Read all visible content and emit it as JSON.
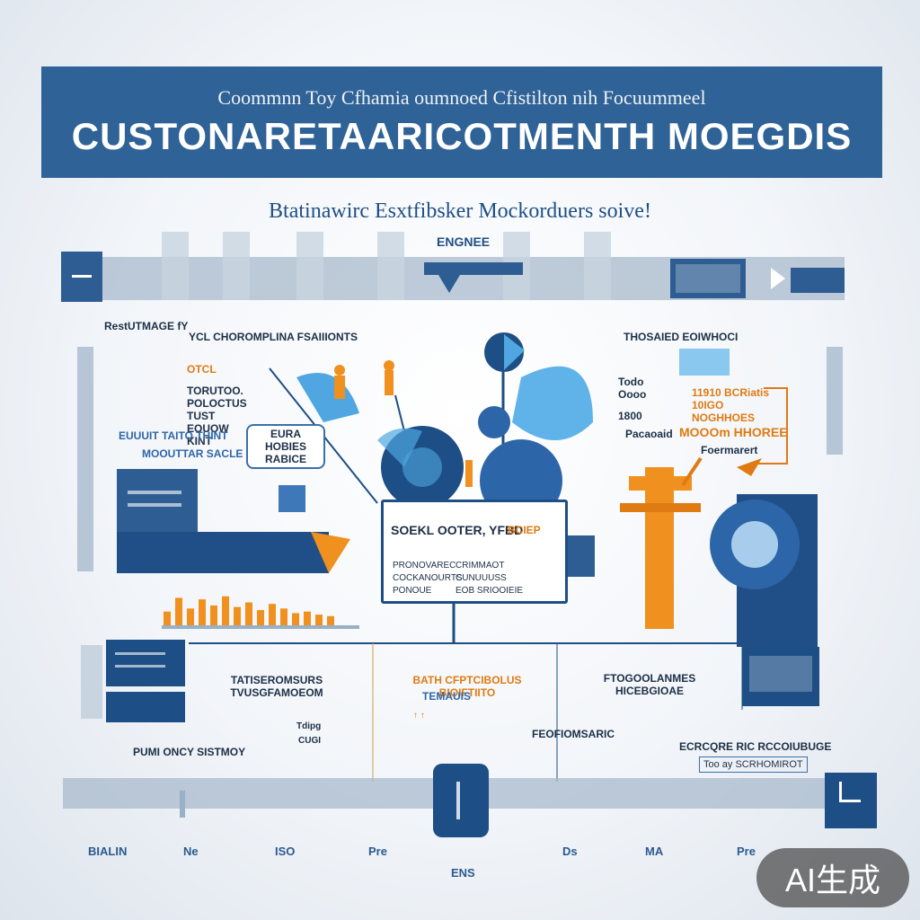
{
  "header": {
    "subtitle": "Coommnn Toy Cfhamia oumnoed Cfistilton nih Focuummeel",
    "title": "CUSTONARETAARICOTMENTH MOEGDIS"
  },
  "tagline": "Btatinawirc Esxtfibsker Mockorduers soive!",
  "top_row": {
    "engine_label": "ENGNEE"
  },
  "left_panel": {
    "label_a": "RestUTMAGE fY",
    "label_b": "YCL CHOROMPLINA FSAIIIONTS",
    "label_c": "OTCL",
    "label_d": "TORUTOO. POLOCTUS TUST EOUOW KINT",
    "label_e": "EUUUIT TAITO THINT",
    "label_f": "MOOUTTAR SACLE",
    "callout_text": "EURA HOBIES RABICE"
  },
  "right_panel": {
    "label_a": "THOSAIED EOIWHOCI",
    "label_b": "Todo Oooo",
    "label_c": "1800",
    "label_d": "11910 BCRiatis 10IGO NOGHHOES",
    "label_e": "Pacaoaid",
    "label_f": "MOOOm HHOREE",
    "label_g": "Foermarert"
  },
  "monitor": {
    "title": "SOEKL OOTER, YFBD",
    "badge": "BCIEP",
    "line_a": "PRONOVAREC",
    "line_b": "COCKANOURTS",
    "line_c": "PONOUE",
    "line_d": "CRIMMAOT",
    "line_e": "CUNUUUSS",
    "line_f": "EOB SRIOOIEIE"
  },
  "bottom_panel": {
    "left_title": "TATISEROMSURS TVUSGFAMOEOM",
    "center_title": "BATH CFPTCIBOLUS BIOIFTIITO",
    "center_sub": "TEMAUIS",
    "right_title": "FTOGOOLANMES HICEBGIOAE",
    "small_a": "Tdipg",
    "small_b": "CUGI",
    "center_low": "FEOFIOMSARIC",
    "left_low": "PUMI ONCY SISTMOY",
    "right_low": "ECRCQRE RIC RCCOIUBUGE",
    "right_low_sub": "Too ay SCRHOMIROT"
  },
  "nav": {
    "items": [
      "BIALIN",
      "Ne",
      "ISO",
      "Pre",
      "Ds",
      "MA",
      "Pre"
    ],
    "bottom": "ENS"
  },
  "watermark": "AI生成",
  "colors": {
    "banner": "#2f6296",
    "navy": "#1d4e85",
    "orange": "#f0901f",
    "sky": "#4fa6e0",
    "rail": "#a8bacc"
  },
  "bar_levels": [
    0.45,
    0.9,
    0.55,
    0.85,
    0.65,
    0.95,
    0.6,
    0.75,
    0.5,
    0.7,
    0.55,
    0.4,
    0.45,
    0.35,
    0.3
  ]
}
